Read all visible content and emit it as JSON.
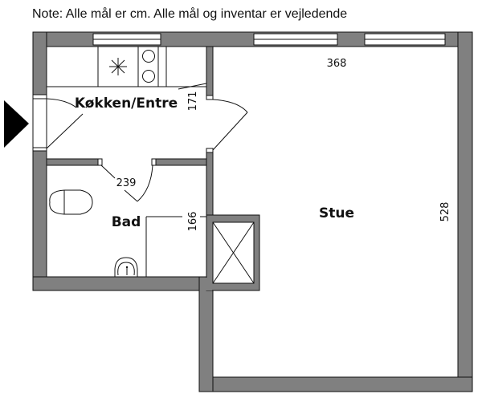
{
  "note": "Note: Alle mål er cm. Alle mål og inventar er vejledende",
  "rooms": {
    "kitchen_entry": "Køkken/Entre",
    "bathroom": "Bad",
    "living_room": "Stue"
  },
  "dimensions": {
    "kitchen_entry": "171",
    "bathroom_width": "239",
    "bathroom_height": "166",
    "living_width": "368",
    "living_height": "528"
  },
  "icons": {
    "entrance": "entrance-arrow-icon",
    "sink": "kitchen-sink-icon",
    "stove": "stove-icon",
    "toilet": "toilet-icon",
    "washbasin": "washbasin-icon",
    "shower": "shower-icon"
  },
  "colors": {
    "wall": "#808080",
    "line": "#111111"
  }
}
